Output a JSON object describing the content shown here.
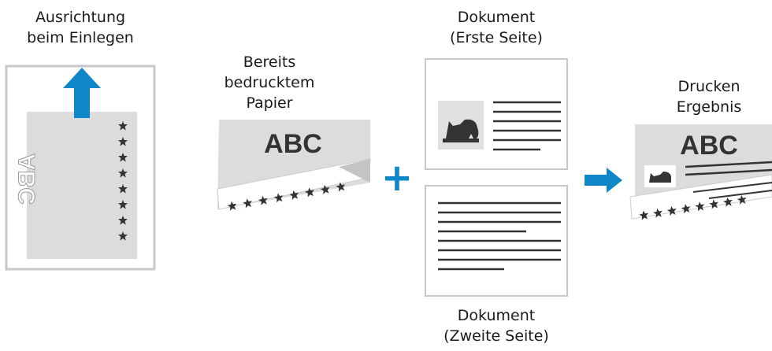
{
  "labels": {
    "orientation": [
      "Ausrichtung",
      "beim Einlegen"
    ],
    "preprinted": [
      "Bereits",
      "bedrucktem",
      "Papier"
    ],
    "doc_first": [
      "Dokument",
      "(Erste Seite)"
    ],
    "doc_second": [
      "Dokument",
      "(Zweite Seite)"
    ],
    "result": [
      "Drucken",
      "Ergebnis"
    ]
  },
  "paper_text": {
    "preprinted": "ABC",
    "result": "ABC",
    "tray_mirrored": "ABC"
  },
  "operators": {
    "plus": "+"
  },
  "colors": {
    "arrow_blue": "#0e87c8",
    "paper_gray": "#dcdcdc",
    "frame_gray": "#c8c8c8",
    "ink": "#333333"
  },
  "icons": {
    "up_arrow": "up-arrow-icon",
    "right_arrow": "right-arrow-icon",
    "cat": "cat-image-icon",
    "star": "star-icon"
  }
}
